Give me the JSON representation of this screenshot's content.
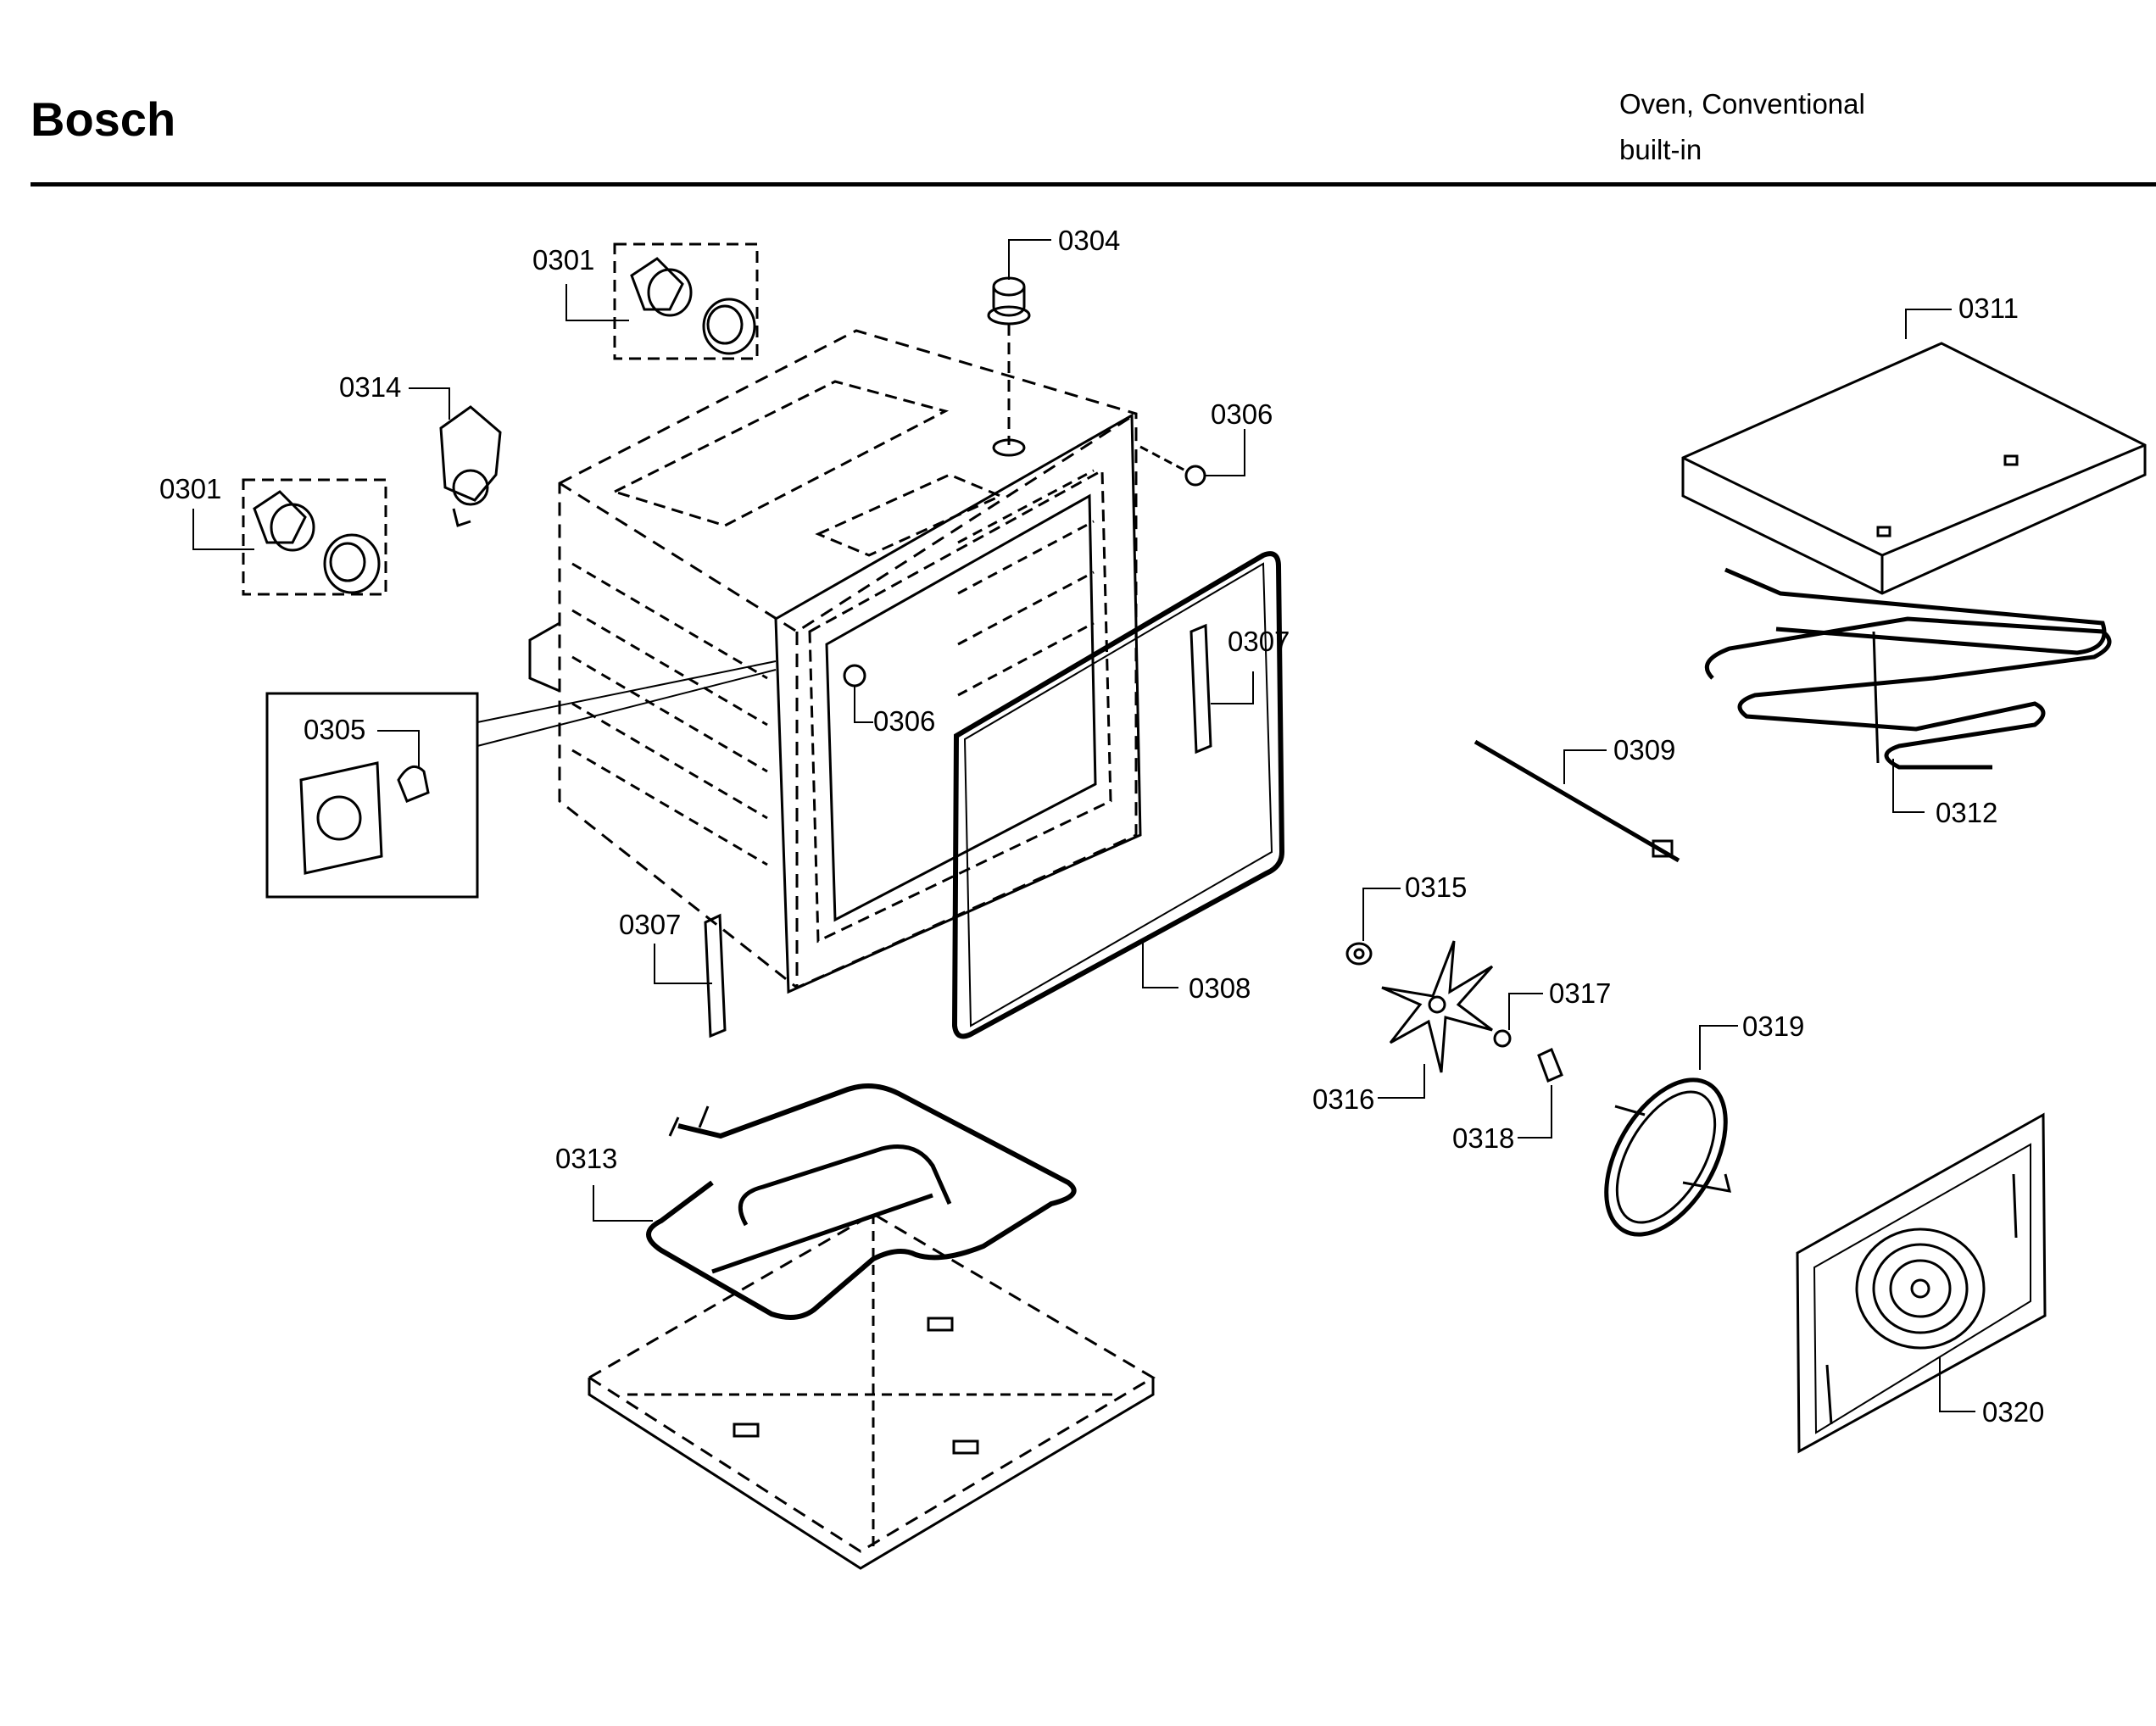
{
  "header": {
    "brand": "Bosch",
    "product_line1": "Oven, Conventional",
    "product_line2": "built-in"
  },
  "callouts": {
    "lamp_upper": "0301",
    "lamp_left": "0301",
    "sensor_top": "0304",
    "lamp_cover_inset": "0305",
    "screw_top": "0306",
    "screw_front": "0306",
    "rack_guide_right": "0307",
    "rack_guide_left": "0307",
    "door_gasket": "0308",
    "temp_probe": "0309",
    "top_cover": "0311",
    "broil_element": "0312",
    "bake_element": "0313",
    "motor": "0314",
    "fan_washer": "0315",
    "fan_blade": "0316",
    "fan_nut": "0317",
    "fan_spacer": "0318",
    "convection_element": "0319",
    "rear_cover": "0320"
  },
  "colors": {
    "line": "#000000",
    "background": "#ffffff"
  }
}
